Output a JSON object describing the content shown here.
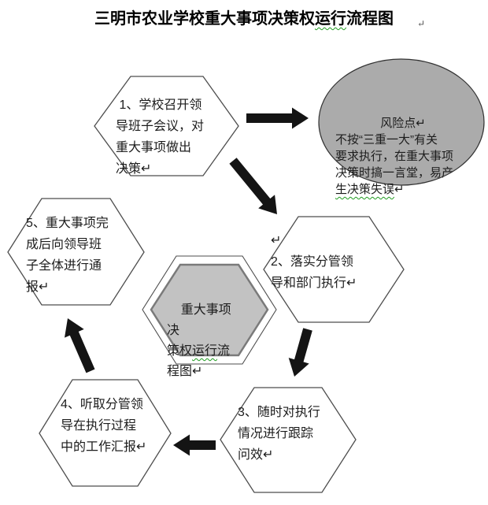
{
  "title": {
    "pre": "三明市农业学校重大事项决策权",
    "wavy": "运行",
    "post": "流程图",
    "mark": "↵"
  },
  "colors": {
    "risk_fill": "#ababab",
    "center_fill": "#c2c2c2",
    "center_border": "#7a7a7a",
    "hexagon_border": "#4d4d4d",
    "ellipse_border": "#333333",
    "arrow": "#141414",
    "squiggle": "#1f9b1f"
  },
  "nodes": {
    "step1": {
      "text": " 1、学校召开领\n导班子会议，对\n重大事项做出\n决策↵"
    },
    "risk": {
      "heading": "风险点↵",
      "body_pre": "不按“三重一大”有关\n要求执行，在重大事项\n决策时搞一言堂，易产\n",
      "body_wavy": "生决策失误",
      "body_post": "↵"
    },
    "step2": {
      "text": "↵\n2、落实分管领\n导和部门执行↵"
    },
    "center": {
      "pre": "重大事项决\n策权",
      "wavy": "运行",
      "post": "流\n程图↵"
    },
    "step3": {
      "text": "3、随时对执行\n情况进行跟踪\n问效↵"
    },
    "step4": {
      "text": "4、听取分管领\n导在执行过程\n中的工作汇报↵"
    },
    "step5": {
      "text": "5、重大事项完\n成后向领导班\n子全体进行通\n报↵"
    }
  }
}
